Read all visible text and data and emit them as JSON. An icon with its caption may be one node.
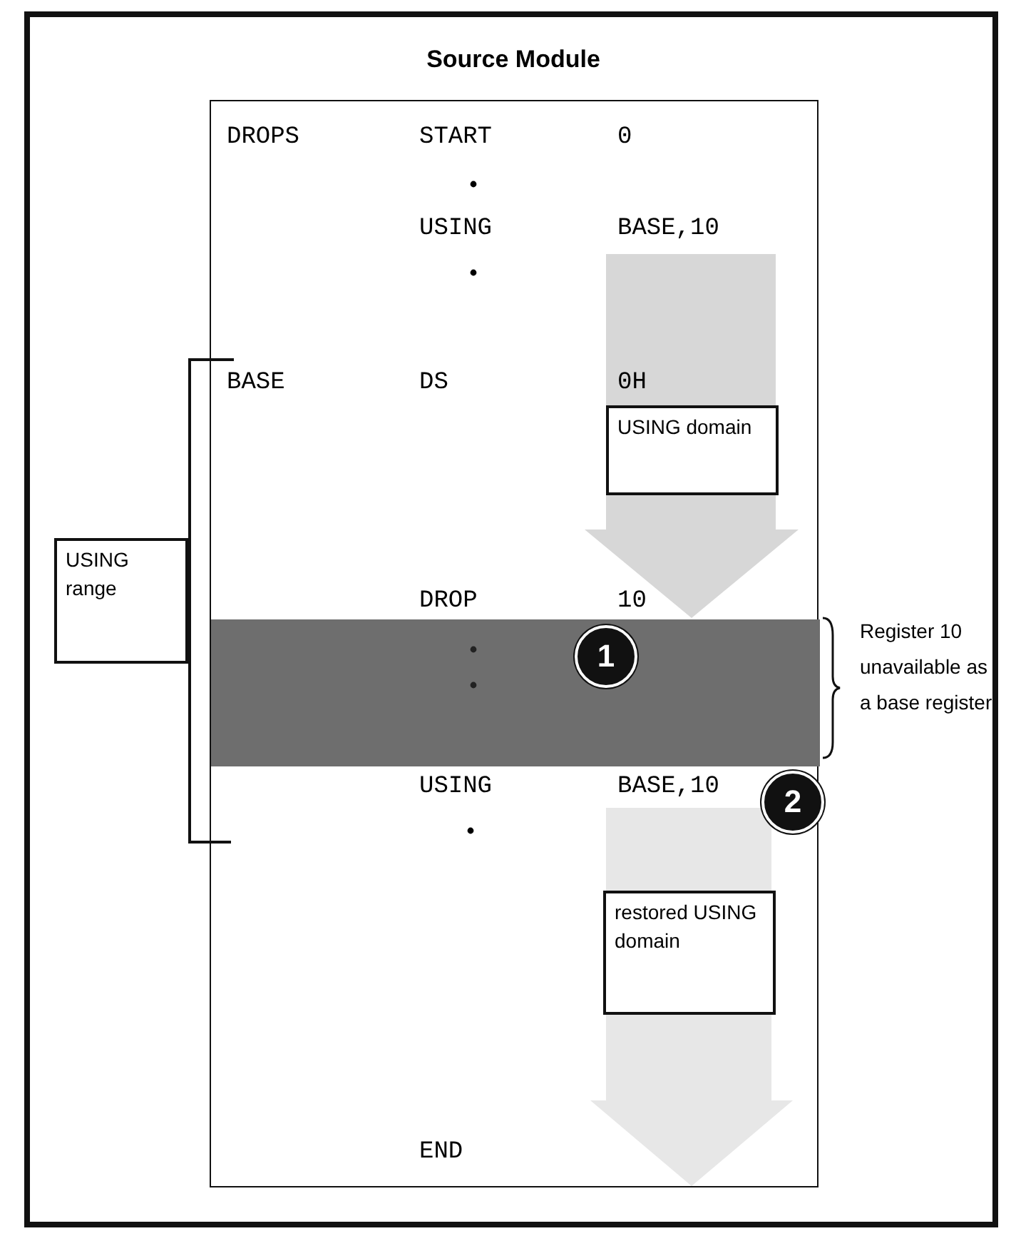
{
  "diagram": {
    "title": "Source Module",
    "nodes": [
      {
        "text": [],
        "shape": "box"
      },
      {
        "text": [
          "USING domain"
        ],
        "in": 0
      },
      {
        "text": [
          "USING range"
        ]
      },
      {
        "text": [
          "1"
        ],
        "in": 0
      },
      {
        "text": [
          "2"
        ]
      },
      {
        "text": [
          "restored USING domain"
        ],
        "in": 0
      }
    ],
    "edges": [],
    "labels": [
      "DROPS",
      "START",
      "0",
      "USING",
      "BASE,10",
      "BASE",
      "DS",
      "0H",
      "DROP",
      "10",
      "USING",
      "BASE,10",
      "END",
      "Register 10 unavailable as a base register"
    ]
  }
}
